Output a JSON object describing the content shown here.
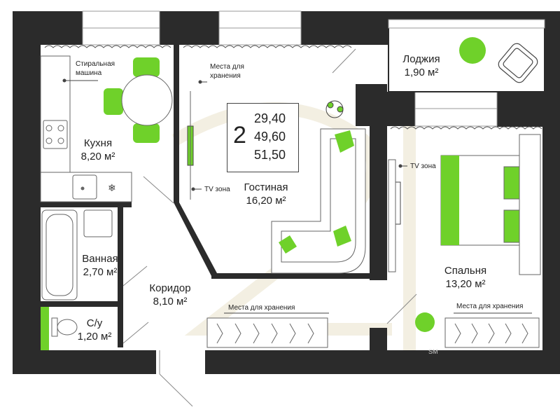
{
  "rooms_count": "2",
  "areas": {
    "living": "29,40",
    "total": "49,60",
    "with_loggia": "51,50"
  },
  "rooms": {
    "kitchen": {
      "name": "Кухня",
      "area": "8,20 м²"
    },
    "living": {
      "name": "Гостиная",
      "area": "16,20 м²"
    },
    "loggia": {
      "name": "Лоджия",
      "area": "1,90 м²"
    },
    "bedroom": {
      "name": "Спальня",
      "area": "13,20 м²"
    },
    "bathroom": {
      "name": "Ванная",
      "area": "2,70 м²"
    },
    "corridor": {
      "name": "Коридор",
      "area": "8,10 м²"
    },
    "wc": {
      "name": "С/у",
      "area": "1,20 м²"
    }
  },
  "labels": {
    "washer_line1": "Стиральная",
    "washer_line2": "машина",
    "storage_line1": "Места для",
    "storage_line2": "хранения",
    "tv_living": "TV зона",
    "tv_bedroom": "TV зона",
    "storage_corridor": "Места для хранения",
    "storage_bedroom": "Места для хранения",
    "watermark": "SM"
  },
  "colors": {
    "wall": "#2b2b2b",
    "accent": "#6fd12a",
    "line": "#9a9a9a",
    "watermark": "#f1ede0"
  }
}
